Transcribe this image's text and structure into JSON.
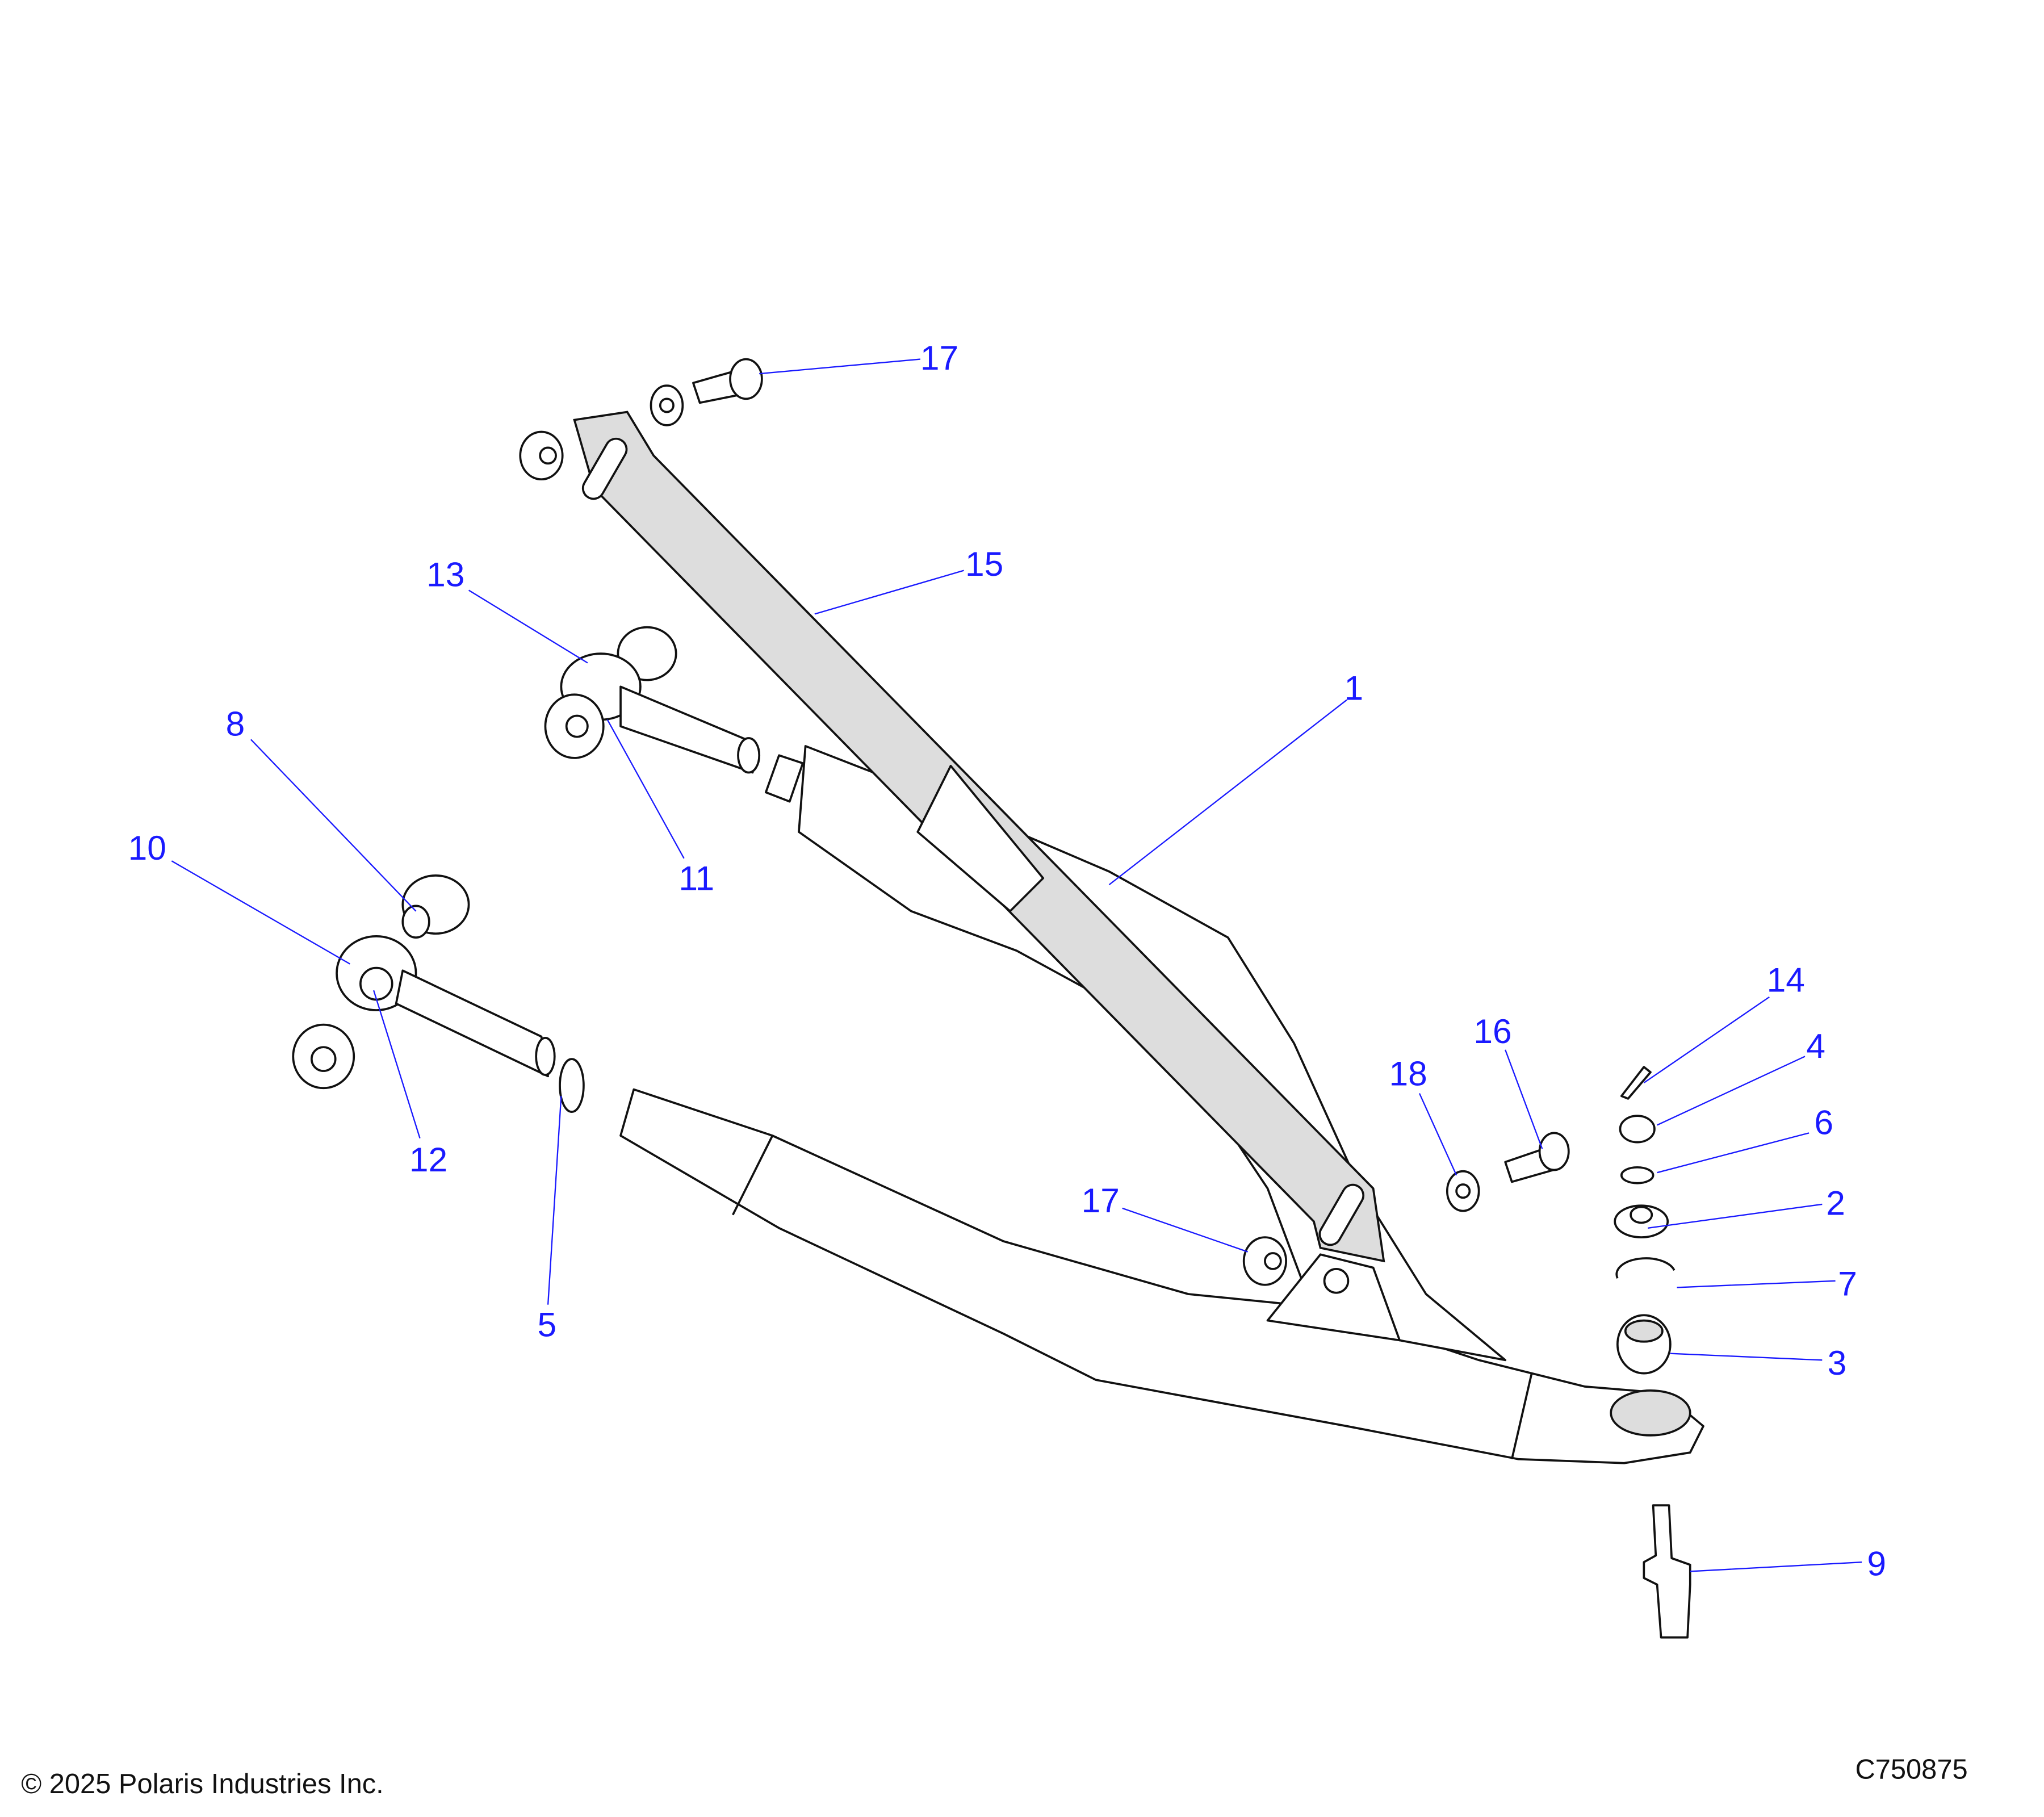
{
  "diagram": {
    "callouts": [
      "17",
      "15",
      "13",
      "1",
      "8",
      "10",
      "11",
      "14",
      "4",
      "16",
      "6",
      "18",
      "12",
      "2",
      "17",
      "7",
      "5",
      "3",
      "9"
    ],
    "colors": {
      "callout": "#1a1aff",
      "line_art": "#111111",
      "strut_fill": "#dddddd"
    }
  },
  "footer": {
    "copyright": "© 2025 Polaris Industries Inc.",
    "figure_id": "C750875"
  }
}
